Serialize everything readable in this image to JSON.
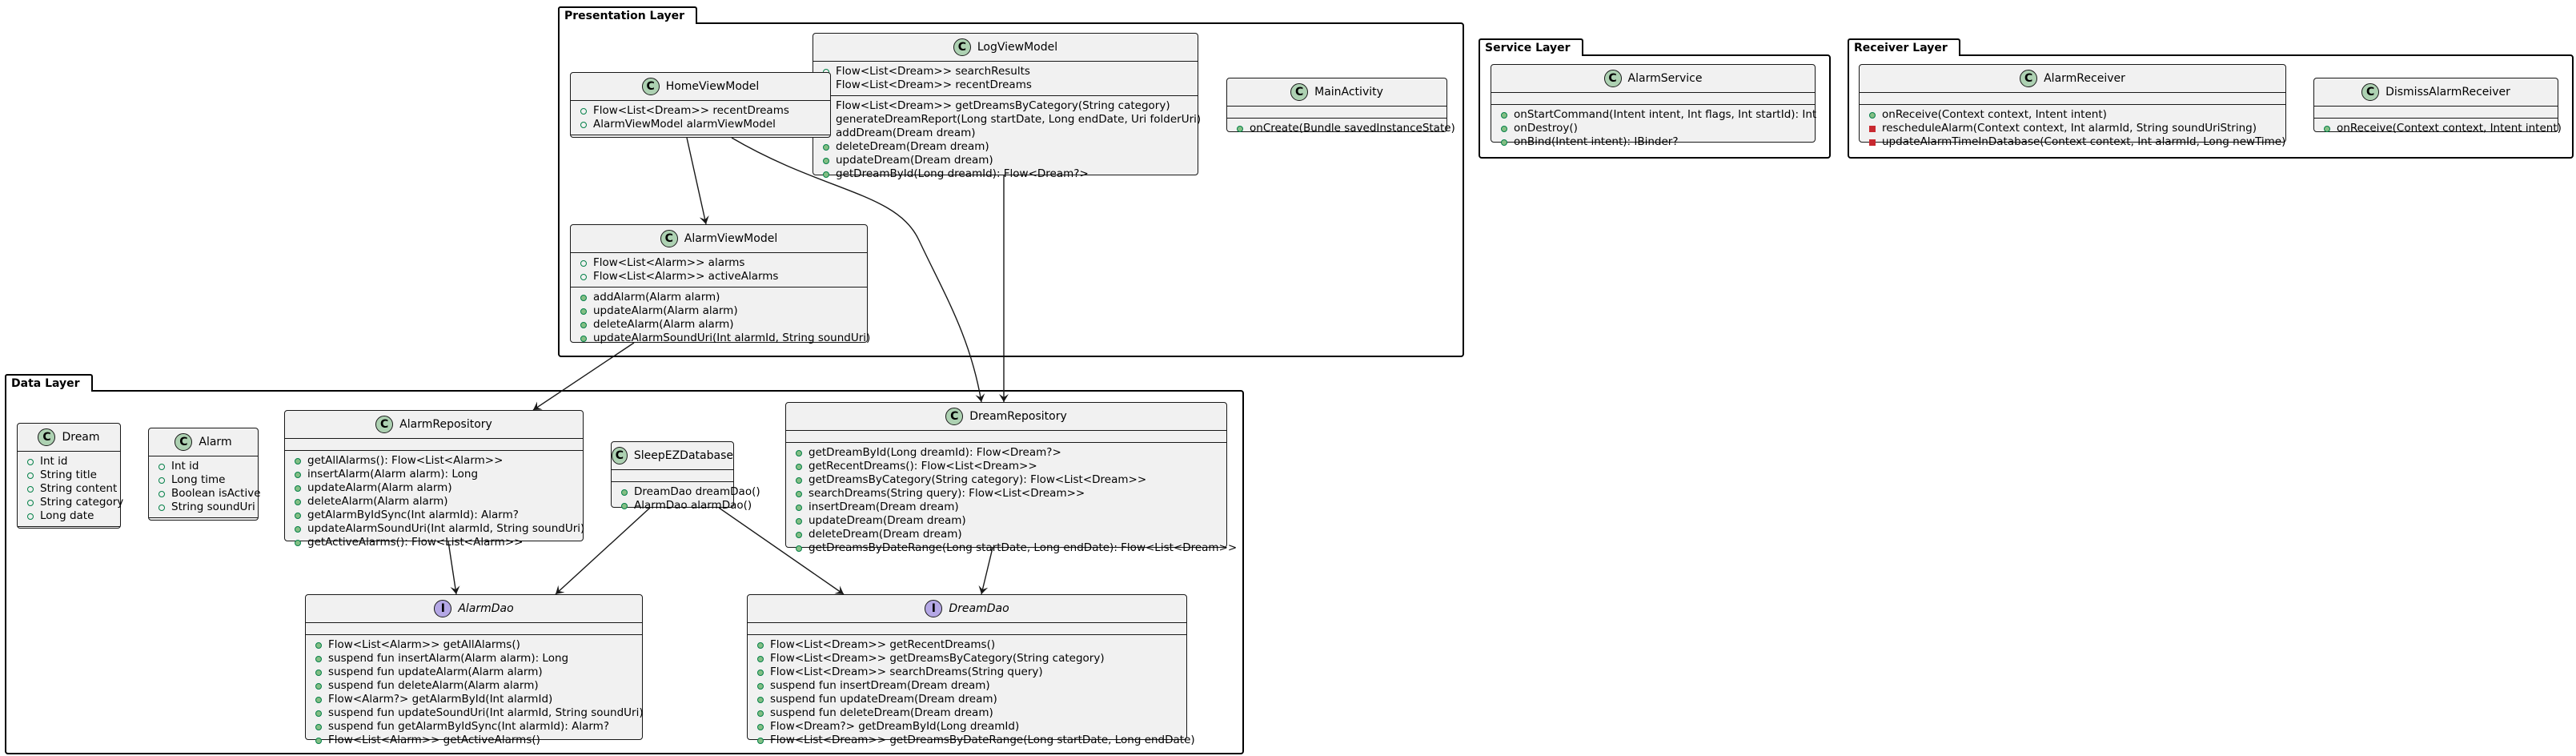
{
  "packages": {
    "presentation": "Presentation Layer",
    "service": "Service Layer",
    "receiver": "Receiver Layer",
    "data": "Data Layer"
  },
  "classes": {
    "logViewModel": {
      "name": "LogViewModel",
      "fields": [
        "Flow<List<Dream>> searchResults",
        "Flow<List<Dream>> recentDreams"
      ],
      "methods": [
        "Flow<List<Dream>> getDreamsByCategory(String category)",
        "generateDreamReport(Long startDate, Long endDate, Uri folderUri)",
        "addDream(Dream dream)",
        "deleteDream(Dream dream)",
        "updateDream(Dream dream)",
        "getDreamById(Long dreamId): Flow<Dream?>"
      ]
    },
    "homeViewModel": {
      "name": "HomeViewModel",
      "fields": [
        "Flow<List<Dream>> recentDreams",
        "AlarmViewModel alarmViewModel"
      ]
    },
    "mainActivity": {
      "name": "MainActivity",
      "methods": [
        "onCreate(Bundle savedInstanceState)"
      ]
    },
    "alarmViewModel": {
      "name": "AlarmViewModel",
      "fields": [
        "Flow<List<Alarm>> alarms",
        "Flow<List<Alarm>> activeAlarms"
      ],
      "methods": [
        "addAlarm(Alarm alarm)",
        "updateAlarm(Alarm alarm)",
        "deleteAlarm(Alarm alarm)",
        "updateAlarmSoundUri(Int alarmId, String soundUri)"
      ]
    },
    "alarmService": {
      "name": "AlarmService",
      "methods": [
        "onStartCommand(Intent intent, Int flags, Int startId): Int",
        "onDestroy()",
        "onBind(Intent intent): IBinder?"
      ]
    },
    "alarmReceiver": {
      "name": "AlarmReceiver",
      "methods": [
        "onReceive(Context context, Intent intent)"
      ],
      "private_methods": [
        "rescheduleAlarm(Context context, Int alarmId, String soundUriString)",
        "updateAlarmTimeInDatabase(Context context, Int alarmId, Long newTime)"
      ]
    },
    "dismissAlarmReceiver": {
      "name": "DismissAlarmReceiver",
      "methods": [
        "onReceive(Context context, Intent intent)"
      ]
    },
    "dream": {
      "name": "Dream",
      "fields": [
        "Int id",
        "String title",
        "String content",
        "String category",
        "Long date"
      ]
    },
    "alarm": {
      "name": "Alarm",
      "fields": [
        "Int id",
        "Long time",
        "Boolean isActive",
        "String soundUri"
      ]
    },
    "alarmRepository": {
      "name": "AlarmRepository",
      "methods": [
        "getAllAlarms(): Flow<List<Alarm>>",
        "insertAlarm(Alarm alarm): Long",
        "updateAlarm(Alarm alarm)",
        "deleteAlarm(Alarm alarm)",
        "getAlarmByIdSync(Int alarmId): Alarm?",
        "updateAlarmSoundUri(Int alarmId, String soundUri)",
        "getActiveAlarms(): Flow<List<Alarm>>"
      ]
    },
    "sleepEZDatabase": {
      "name": "SleepEZDatabase",
      "methods": [
        "DreamDao dreamDao()",
        "AlarmDao alarmDao()"
      ]
    },
    "dreamRepository": {
      "name": "DreamRepository",
      "methods": [
        "getDreamById(Long dreamId): Flow<Dream?>",
        "getRecentDreams(): Flow<List<Dream>>",
        "getDreamsByCategory(String category): Flow<List<Dream>>",
        "searchDreams(String query): Flow<List<Dream>>",
        "insertDream(Dream dream)",
        "updateDream(Dream dream)",
        "deleteDream(Dream dream)",
        "getDreamsByDateRange(Long startDate, Long endDate): Flow<List<Dream>>"
      ]
    },
    "alarmDao": {
      "name": "AlarmDao",
      "members": [
        "Flow<List<Alarm>> getAllAlarms()",
        "suspend fun insertAlarm(Alarm alarm): Long",
        "suspend fun updateAlarm(Alarm alarm)",
        "suspend fun deleteAlarm(Alarm alarm)",
        "Flow<Alarm?> getAlarmById(Int alarmId)",
        "suspend fun updateSoundUri(Int alarmId, String soundUri)",
        "suspend fun getAlarmByIdSync(Int alarmId): Alarm?",
        "Flow<List<Alarm>> getActiveAlarms()"
      ]
    },
    "dreamDao": {
      "name": "DreamDao",
      "members": [
        "Flow<List<Dream>> getRecentDreams()",
        "Flow<List<Dream>> getDreamsByCategory(String category)",
        "Flow<List<Dream>> searchDreams(String query)",
        "suspend fun insertDream(Dream dream)",
        "suspend fun updateDream(Dream dream)",
        "suspend fun deleteDream(Dream dream)",
        "Flow<Dream?> getDreamById(Long dreamId)",
        "Flow<List<Dream>> getDreamsByDateRange(Long startDate, Long endDate)"
      ]
    }
  },
  "badges": {
    "class": "C",
    "interface": "I"
  },
  "relations": [
    {
      "from": "HomeViewModel",
      "to": "AlarmViewModel"
    },
    {
      "from": "HomeViewModel",
      "to": "DreamRepository"
    },
    {
      "from": "LogViewModel",
      "to": "DreamRepository"
    },
    {
      "from": "AlarmViewModel",
      "to": "AlarmRepository"
    },
    {
      "from": "AlarmRepository",
      "to": "AlarmDao"
    },
    {
      "from": "SleepEZDatabase",
      "to": "AlarmDao"
    },
    {
      "from": "SleepEZDatabase",
      "to": "DreamDao"
    },
    {
      "from": "DreamRepository",
      "to": "DreamDao"
    }
  ],
  "colors": {
    "class_badge": "#add1b2",
    "interface_badge": "#b4a7e5",
    "class_fill": "#f1f1f1",
    "public_marker": "#038048",
    "private_marker": "#c82930"
  }
}
